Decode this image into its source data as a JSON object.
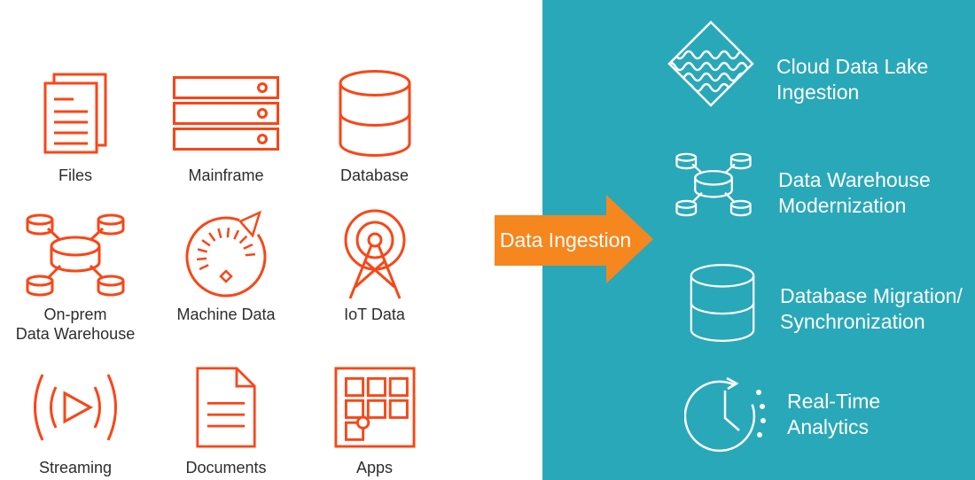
{
  "sources": {
    "items": [
      {
        "label": "Files",
        "icon": "files-icon"
      },
      {
        "label": "Mainframe",
        "icon": "mainframe-icon"
      },
      {
        "label": "Database",
        "icon": "database-icon"
      },
      {
        "label": "On-prem\nData Warehouse",
        "icon": "data-warehouse-hub-icon"
      },
      {
        "label": "Machine Data",
        "icon": "gauge-icon"
      },
      {
        "label": "IoT Data",
        "icon": "radio-tower-icon"
      },
      {
        "label": "Streaming",
        "icon": "streaming-icon"
      },
      {
        "label": "Documents",
        "icon": "document-icon"
      },
      {
        "label": "Apps",
        "icon": "apps-grid-icon"
      }
    ]
  },
  "arrow": {
    "label": "Data Ingestion"
  },
  "targets": {
    "items": [
      {
        "label": "Cloud Data Lake\nIngestion",
        "icon": "data-lake-diamond-icon"
      },
      {
        "label": "Data Warehouse\nModernization",
        "icon": "data-warehouse-hub-icon"
      },
      {
        "label": "Database Migration/\nSynchronization",
        "icon": "database-icon"
      },
      {
        "label": "Real-Time\nAnalytics",
        "icon": "clock-icon"
      }
    ]
  },
  "colors": {
    "source_icon_stroke": "#FB4516",
    "source_label_text": "#2D2D2D",
    "arrow_fill": "#F6861E",
    "arrow_text": "#FFFFFF",
    "panel_background": "#29A8B9",
    "target_icon_stroke": "#FFFFFF",
    "target_text": "#FFFFFF"
  }
}
